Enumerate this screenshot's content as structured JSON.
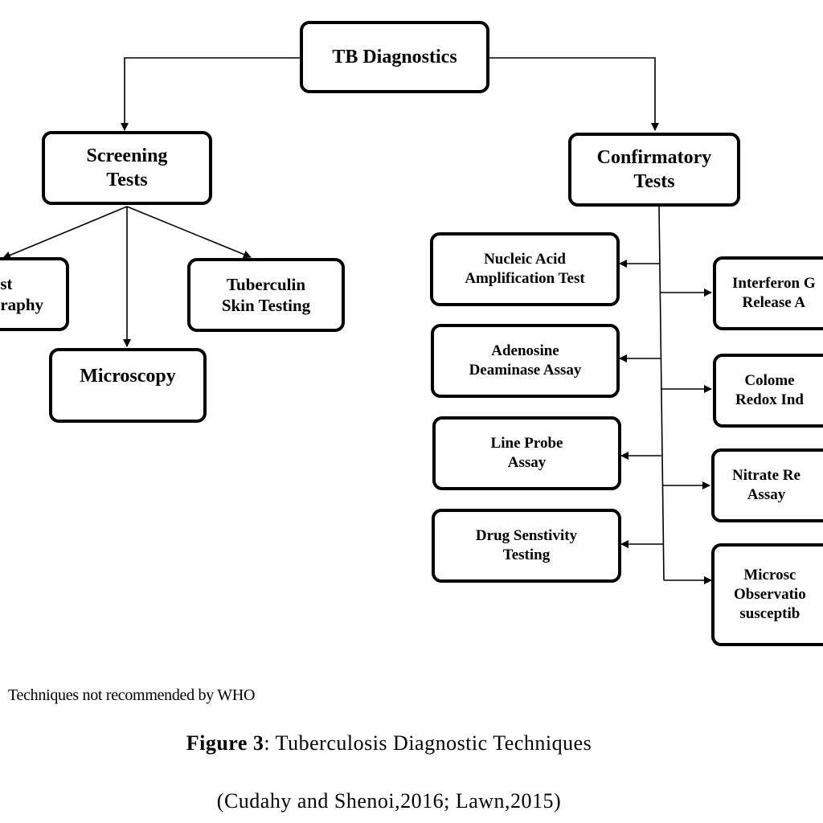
{
  "diagram": {
    "root": {
      "label": "TB Diagnostics"
    },
    "screening": {
      "label": "Screening\nTests",
      "children": {
        "chest": "st\nraphy",
        "tuberculin": "Tuberculin\nSkin Testing",
        "microscopy": "Microscopy"
      }
    },
    "confirmatory": {
      "label": "Confirmatory\nTests",
      "left_children": [
        "Nucleic Acid\nAmplification Test",
        "Adenosine\nDeaminase  Assay",
        "Line Probe\nAssay",
        "Drug Senstivity\nTesting"
      ],
      "right_children": [
        "Interferon G\nRelease A",
        "Colome\nRedox Ind",
        "Nitrate Re\nAssay",
        "Microsc\nObservatio\nsusceptib"
      ]
    }
  },
  "note": "Techniques not recommended by WHO",
  "caption": {
    "figure_label": "Figure 3",
    "figure_title": ": Tuberculosis  Diagnostic  Techniques",
    "citation": "(Cudahy and Shenoi,2016; Lawn,2015)"
  }
}
